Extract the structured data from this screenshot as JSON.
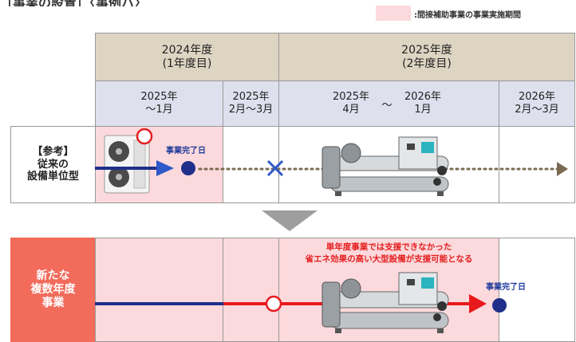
{
  "header_fragment": "〔事業の設置〕〈事例ハ〉",
  "legend": {
    "label": ":間接補助事業の事業実施期間",
    "color": "#fcd9dc"
  },
  "years": [
    {
      "label": "2024年度\n(1年度目)"
    },
    {
      "label": "2025年度\n(2年度目)"
    }
  ],
  "months": [
    {
      "label": "2025年\n〜1月"
    },
    {
      "label": "2025年\n2月〜3月"
    },
    {
      "label": "2025年\n4月"
    },
    {
      "label": "〜"
    },
    {
      "label": "2026年\n1月"
    },
    {
      "label": "2026年\n2月〜3月"
    }
  ],
  "rows": {
    "reference": {
      "label": "【参考】\n従来の\n設備単位型"
    },
    "multi_year": {
      "label": "新たな\n複数年度\n事業"
    }
  },
  "annotations": {
    "completion_1": "事業完了日",
    "completion_2": "事業完了日",
    "note": "単年度事業では支援できなかった\n省エネ効果の高い大型設備が支援可能となる"
  },
  "colors": {
    "timeline_blue": "#1f2f8a",
    "timeline_red": "#e8191d",
    "cross_blue": "#2f58c8",
    "dotted": "#7a6a52",
    "arrow_down": "#9e9e9e",
    "label_red": "#f26b5b"
  },
  "icons": {
    "outdoor_unit": "air-conditioner-outdoor-unit-icon",
    "chiller": "industrial-chiller-icon"
  }
}
